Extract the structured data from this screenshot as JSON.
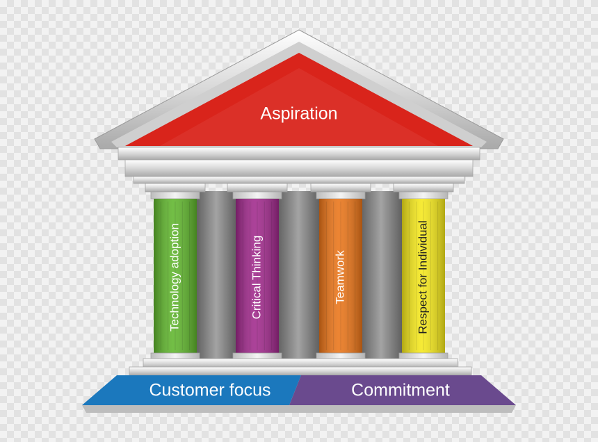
{
  "roof": {
    "label": "Aspiration",
    "color": "#d9241b"
  },
  "pillars": [
    {
      "label": "Technology adoption",
      "color": "#5fb52c",
      "text_color": "#ffffff"
    },
    {
      "label": "Critical Thinking",
      "color": "#a0288b",
      "text_color": "#ffffff"
    },
    {
      "label": "Teamwork",
      "color": "#ea7417",
      "text_color": "#ffffff"
    },
    {
      "label": "Respect for Individual",
      "color": "#f5e81a",
      "text_color": "#222222"
    }
  ],
  "foundation": [
    {
      "label": "Customer focus",
      "color": "#1b78bd"
    },
    {
      "label": "Commitment",
      "color": "#6a4a8e"
    }
  ]
}
